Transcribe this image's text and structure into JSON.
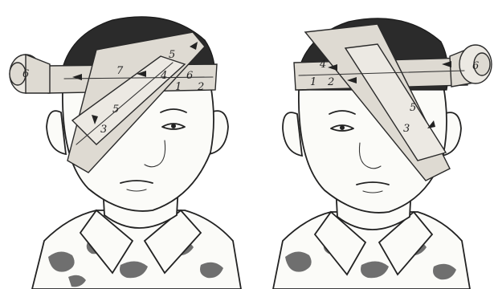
{
  "figure_left": {
    "labels": [
      "6",
      "7",
      "5",
      "4",
      "6",
      "1",
      "2",
      "5",
      "3"
    ]
  },
  "figure_right": {
    "labels": [
      "4",
      "1",
      "2",
      "5",
      "3",
      "6"
    ]
  },
  "colors": {
    "ink": "#222222",
    "hair": "#2b2b2b",
    "bandage": "#dedad2",
    "camouflage": "#6f6f6f"
  }
}
